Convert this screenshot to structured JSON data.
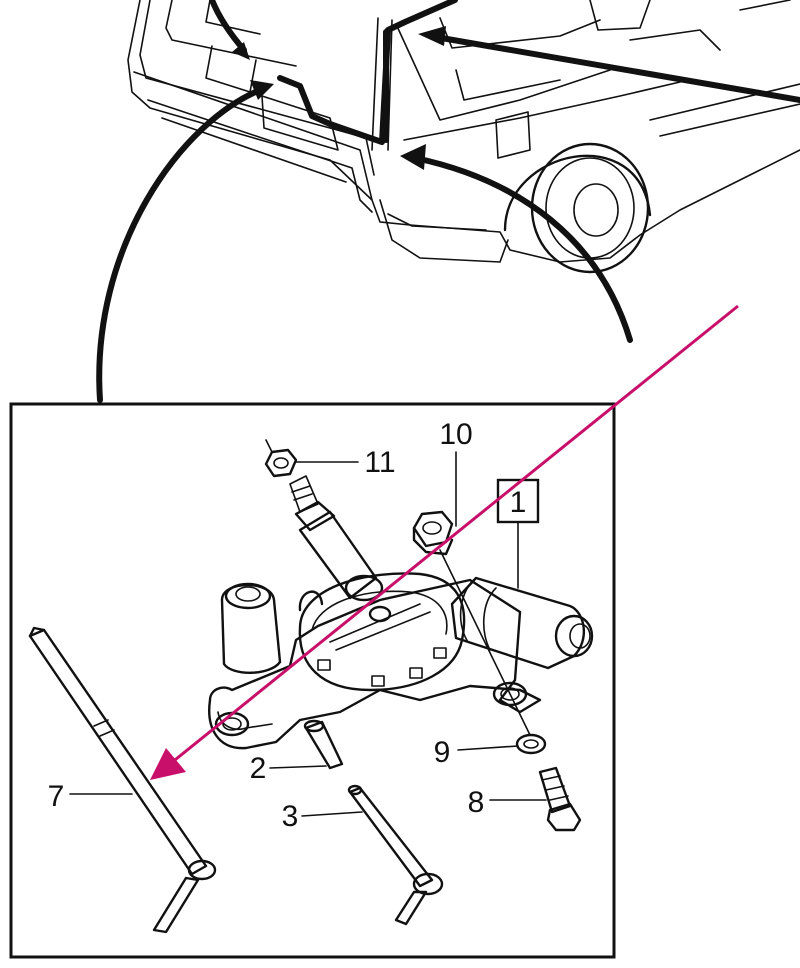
{
  "diagram": {
    "callouts": [
      {
        "id": "c1",
        "label": "1",
        "boxed": true
      },
      {
        "id": "c2",
        "label": "2"
      },
      {
        "id": "c3",
        "label": "3"
      },
      {
        "id": "c7",
        "label": "7"
      },
      {
        "id": "c8",
        "label": "8"
      },
      {
        "id": "c9",
        "label": "9"
      },
      {
        "id": "c10",
        "label": "10"
      },
      {
        "id": "c11",
        "label": "11"
      }
    ],
    "colors": {
      "line": "#111111",
      "highlight_arrow": "#c8106a",
      "background": "#ffffff"
    }
  }
}
